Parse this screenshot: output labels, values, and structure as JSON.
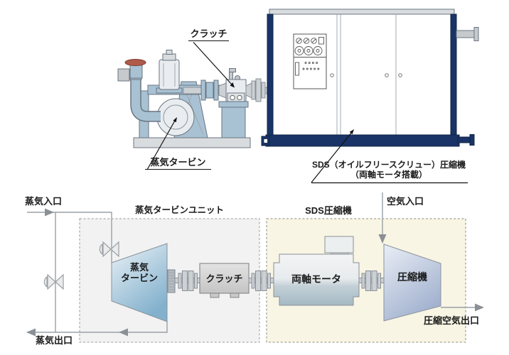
{
  "colors": {
    "navy": "#1a3467",
    "navy-dark": "#0f2347",
    "steel": "#a8c2d4",
    "machine-light": "#e9edf0",
    "base-gray": "#d8dcdf",
    "pipe-gray": "#c6cacd",
    "red-handle": "#b05a4b",
    "outline": "#6a7480",
    "line-gray": "#9aa0a5",
    "arrow-gray": "#8a9095",
    "cream": "#f8f5e4",
    "panel-gray": "#f2f2f2",
    "turb-top": "#ebf2f7",
    "turb-bottom": "#83b1cd",
    "comp-top": "#eaeef6",
    "comp-bottom": "#a2b2cf",
    "motor-top": "#f3f4f5",
    "motor-mid1": "#e7ebed",
    "motor-mid2": "#c4d0d7",
    "motor-bottom": "#a4b9c4",
    "clutch-top": "#e3e3e3",
    "clutch-bottom": "#c4c4c4",
    "coupling-fill": "#ccd1d5",
    "coupling-stroke": "#8a9096",
    "text": "#1a1a1a"
  },
  "illustration": {
    "clutch_label": "クラッチ",
    "turbine_label": "蒸気タービン",
    "compressor_label_line1": "SDS（オイルフリースクリュー）圧縮機",
    "compressor_label_line2": "（両軸モータ搭載）"
  },
  "schematic": {
    "steam_inlet_label": "蒸気入口",
    "steam_outlet_label": "蒸気出口",
    "air_inlet_label": "空気入口",
    "compressed_air_outlet_label": "圧縮空気出口",
    "turbine_unit_label": "蒸気タービンユニット",
    "sds_unit_label": "SDS圧縮機",
    "turbine_label_line1": "蒸気",
    "turbine_label_line2": "タービン",
    "clutch_label": "クラッチ",
    "motor_label": "両軸モータ",
    "compressor_label": "圧縮機"
  }
}
